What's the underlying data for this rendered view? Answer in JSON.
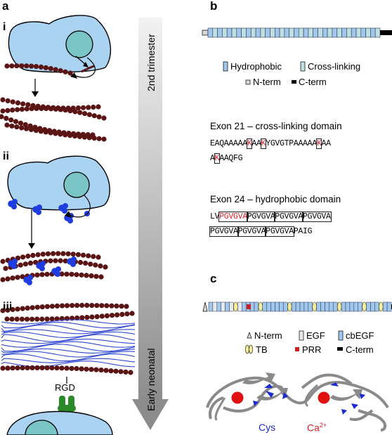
{
  "panels": {
    "a": "a",
    "b": "b",
    "c": "c"
  },
  "stages": {
    "i": "i",
    "ii": "ii",
    "iii": "iii"
  },
  "timeline": {
    "top": "2nd trimester",
    "bottom": "Early neonatal"
  },
  "rgd": "RGD",
  "panel_b": {
    "legend": {
      "hydrophobic": "Hydrophobic",
      "cross_linking": "Cross-linking",
      "n_term": "N-term",
      "c_term": "C-term"
    },
    "exon21": {
      "title": "Exon 21 – cross-linking domain",
      "line1": [
        "EAQAAAAA",
        "K",
        "AA",
        "K",
        "YGVGTPAAAAA",
        "K",
        "AA"
      ],
      "line2": [
        "A",
        "K",
        "AAQFG"
      ]
    },
    "exon24": {
      "title": "Exon 24 – hydrophobic domain",
      "line1": [
        "LV",
        "PGVGVA",
        "PGVGVA",
        "PGVGVA",
        "PGVGVA"
      ],
      "line2": [
        "PGVGVA",
        "PGVGVA",
        "PGVGVA",
        "PAIG"
      ]
    }
  },
  "panel_c": {
    "legend": {
      "n_term": "N-term",
      "egf": "EGF",
      "cbegf": "cbEGF",
      "tb": "TB",
      "prr": "PRR",
      "c_term": "C-term"
    },
    "cys": "Cys",
    "ca": "Ca",
    "ca_sup": "2+"
  },
  "colors": {
    "cell": "#a9d3f0",
    "nucleus": "#79c4c4",
    "fibril": "#5a1414",
    "microfibril_protein": "#1e3ce0",
    "elastic_line": "#3048d0",
    "integrin": "#2a8a2a",
    "hydrophobic": "#9fc8ec",
    "cross_linking": "#bfe0e0",
    "tb": "#f4ee9a",
    "prr": "#cc2020",
    "red_text": "#e0202a",
    "blue_text": "#1a2ad6"
  }
}
